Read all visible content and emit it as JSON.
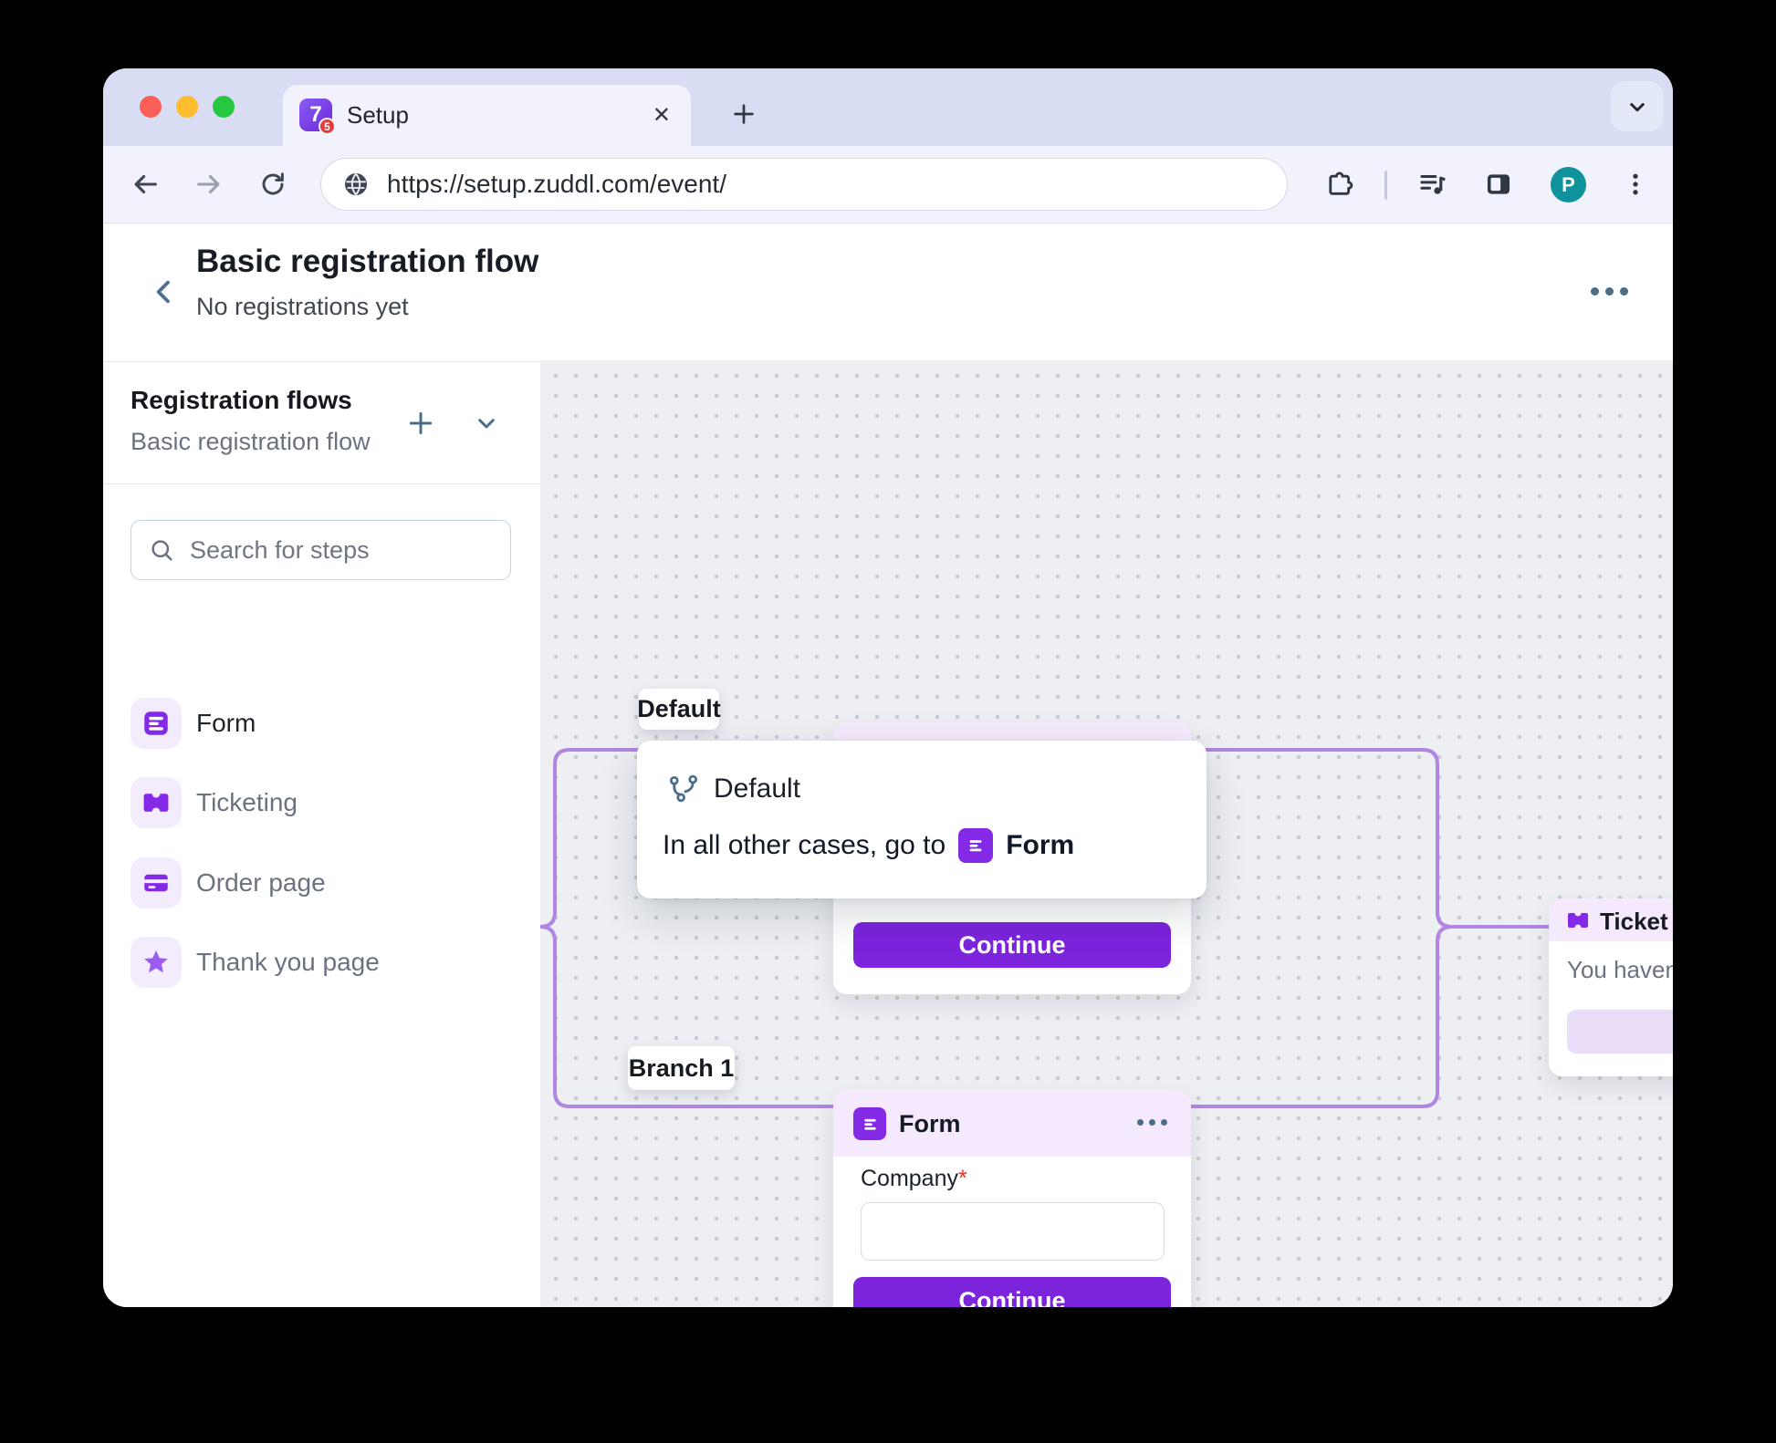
{
  "browser": {
    "tab_title": "Setup",
    "favicon_glyph": "7",
    "favicon_badge": "5",
    "close_label": "✕",
    "url": "https://setup.zuddl.com/event/",
    "avatar_initial": "P"
  },
  "header": {
    "title": "Basic registration flow",
    "subtitle": "No registrations yet"
  },
  "sidebar": {
    "section_title": "Registration flows",
    "active_flow": "Basic registration flow",
    "search_placeholder": "Search for steps",
    "items": [
      {
        "label": "Form",
        "icon": "form-icon"
      },
      {
        "label": "Ticketing",
        "icon": "ticket-icon"
      },
      {
        "label": "Order page",
        "icon": "order-page-icon"
      },
      {
        "label": "Thank you page",
        "icon": "star-icon"
      }
    ]
  },
  "canvas": {
    "default_tag": "Default",
    "branch_tag": "Branch 1",
    "popup": {
      "title": "Default",
      "rule_text": "In all other cases, go to",
      "target": "Form"
    },
    "default_card": {
      "cta": "Continue"
    },
    "form_card": {
      "title": "Form",
      "field_label": "Company",
      "required_mark": "*",
      "cta": "Continue"
    },
    "ticket_card": {
      "title": "Ticket se",
      "message": "You haven't a"
    }
  },
  "colors": {
    "accent_purple": "#7c24dc",
    "icon_purple": "#8429e6",
    "header_lavender": "#f5e9fd",
    "flow_line": "#b186e2",
    "tabstrip": "#d8ddf4",
    "toolbar": "#f1f2fb",
    "avatar_teal": "#0e939c"
  }
}
